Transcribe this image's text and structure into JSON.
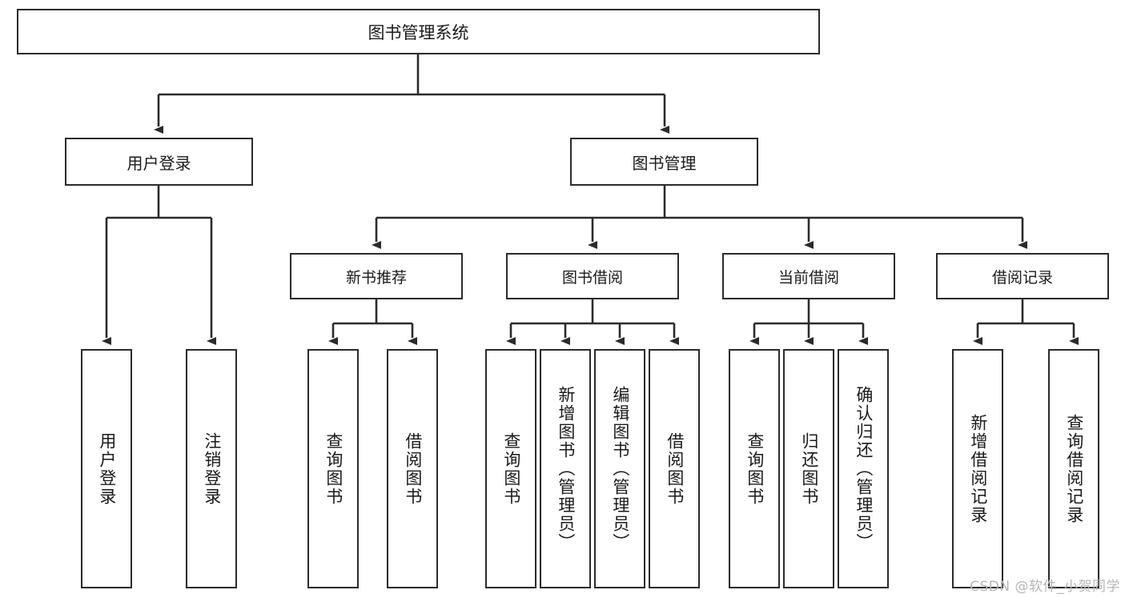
{
  "diagram": {
    "title": "图书管理系统",
    "type": "tree-hierarchy",
    "watermark": "CSDN @软件_小贺同学",
    "colors": {
      "box_border": "#2b2b2b",
      "box_fill": "#ffffff",
      "edge": "#2b2b2b",
      "text": "#1a1a1a",
      "watermark": "#b6b6b6",
      "background": "#ffffff"
    }
  },
  "nodes": {
    "root": {
      "label": "图书管理系统"
    },
    "level1": [
      {
        "id": "user-login",
        "label": "用户登录"
      },
      {
        "id": "book-manage",
        "label": "图书管理"
      }
    ],
    "level2": [
      {
        "id": "new-book-recommend",
        "label": "新书推荐"
      },
      {
        "id": "book-borrow",
        "label": "图书借阅"
      },
      {
        "id": "current-borrow",
        "label": "当前借阅"
      },
      {
        "id": "borrow-record",
        "label": "借阅记录"
      }
    ],
    "leaves": [
      {
        "id": "leaf-user-login",
        "label": "用户登录",
        "parent": "user-login"
      },
      {
        "id": "leaf-logout",
        "label": "注销登录",
        "parent": "user-login"
      },
      {
        "id": "leaf-query-book-1",
        "label": "查询图书",
        "parent": "new-book-recommend"
      },
      {
        "id": "leaf-borrow-book-1",
        "label": "借阅图书",
        "parent": "new-book-recommend"
      },
      {
        "id": "leaf-query-book-2",
        "label": "查询图书",
        "parent": "book-borrow"
      },
      {
        "id": "leaf-add-book",
        "label": "新增图书（管理员）",
        "parent": "book-borrow"
      },
      {
        "id": "leaf-edit-book",
        "label": "编辑图书（管理员）",
        "parent": "book-borrow"
      },
      {
        "id": "leaf-borrow-book-2",
        "label": "借阅图书",
        "parent": "book-borrow"
      },
      {
        "id": "leaf-query-book-3",
        "label": "查询图书",
        "parent": "current-borrow"
      },
      {
        "id": "leaf-return-book",
        "label": "归还图书",
        "parent": "current-borrow"
      },
      {
        "id": "leaf-confirm-return",
        "label": "确认归还（管理员）",
        "parent": "current-borrow"
      },
      {
        "id": "leaf-add-borrow-record",
        "label": "新增借阅记录",
        "parent": "borrow-record"
      },
      {
        "id": "leaf-query-borrow-record",
        "label": "查询借阅记录",
        "parent": "borrow-record"
      }
    ]
  }
}
